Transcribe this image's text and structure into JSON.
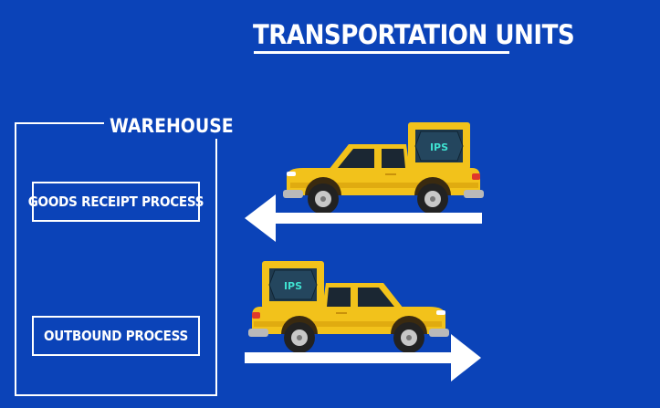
{
  "title": "TRANSPORTATION UNITS",
  "warehouse": {
    "label": "WAREHOUSE",
    "processes": {
      "goods_receipt": "GOODS RECEIPT PROCESS",
      "outbound": "OUTBOUND PROCESS"
    }
  },
  "trucks": {
    "cargo_logo": "IPS"
  },
  "colors": {
    "background": "#0b43b8",
    "truck_body": "#f2c21b",
    "cargo_box": "#1f3a4f",
    "logo_text": "#3fe0d0",
    "arrow": "#ffffff"
  }
}
